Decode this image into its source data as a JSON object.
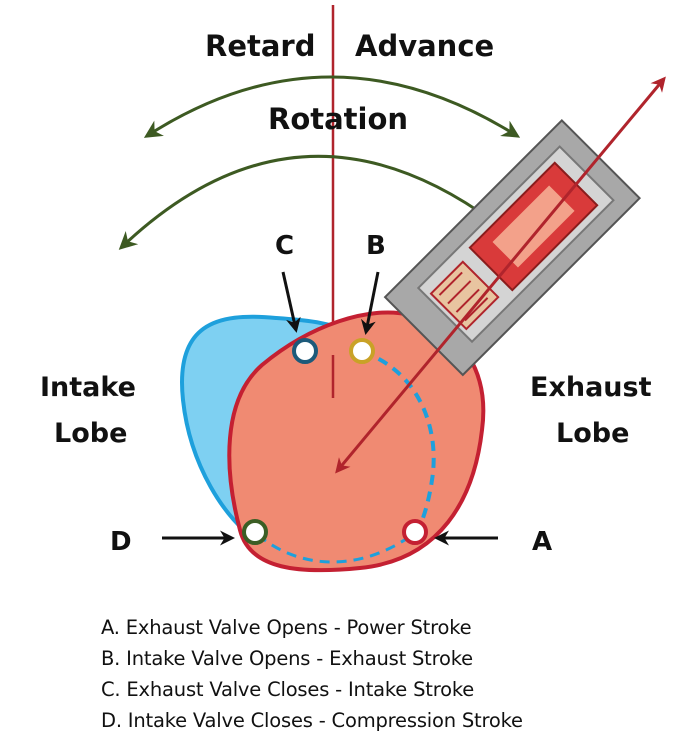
{
  "labels": {
    "retard": "Retard",
    "advance": "Advance",
    "rotation": "Rotation",
    "intake_lobe": [
      "Intake",
      "Lobe"
    ],
    "exhaust_lobe": [
      "Exhaust",
      "Lobe"
    ]
  },
  "points": [
    {
      "letter": "A",
      "color": "#c42032"
    },
    {
      "letter": "B",
      "color": "#c9a227"
    },
    {
      "letter": "C",
      "color": "#1d5a7a"
    },
    {
      "letter": "D",
      "color": "#3b5e25"
    }
  ],
  "legend": [
    "A. Exhaust Valve Opens - Power Stroke",
    "B. Intake Valve Opens - Exhaust Stroke",
    "C. Exhaust Valve Closes - Intake Stroke",
    "D. Intake Valve Closes - Compression Stroke"
  ],
  "colors": {
    "intake_lobe": "#7ed0f2",
    "intake_outline": "#1ea0dc",
    "exhaust_lobe": "#f08a72",
    "exhaust_outline": "#c42032",
    "centerline": "#b0242c",
    "rotation_arrow": "#3d5a22",
    "lifter_body": "#a8a8a8",
    "lifter_red": "#d93a3a"
  }
}
